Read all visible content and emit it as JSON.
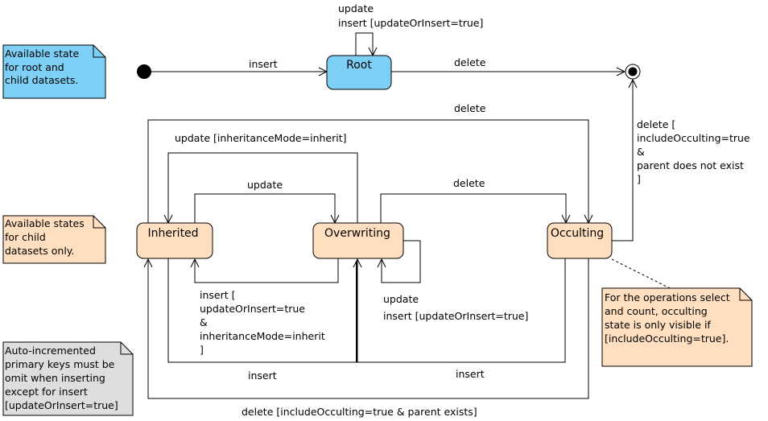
{
  "colors": {
    "root_fill": "#7ecff5",
    "child_state_fill": "#ffdfbf",
    "note_blue": "#7ecff5",
    "note_orange": "#ffdfbf",
    "note_gray": "#dedede",
    "line": "#000000"
  },
  "states": {
    "root": "Root",
    "inherited": "Inherited",
    "overwriting": "Overwriting",
    "occulting": "Occulting"
  },
  "notes": {
    "root_note": [
      "Available state",
      "for root and",
      "child datasets."
    ],
    "child_note": [
      "Available states",
      "for child",
      "datasets only."
    ],
    "auto_note": [
      "Auto-incremented",
      "primary keys must be",
      "omit when inserting",
      "except for insert",
      "[updateOrInsert=true]"
    ],
    "occulting_note": [
      "For the operations select",
      "and count, occulting",
      "state is only visible if",
      "[includeOcculting=true]."
    ]
  },
  "transitions": {
    "initial_insert": "insert",
    "root_self": [
      "update",
      "insert [updateOrInsert=true]"
    ],
    "root_delete": "delete",
    "outer_delete": "delete",
    "occulting_final": [
      "delete [",
      "includeOcculting=true",
      "&",
      "parent does not exist",
      "]"
    ],
    "inherited_overwriting_big": "update [inheritanceMode=inherit]",
    "inherited_overwriting_small": "update",
    "overwriting_occulting_delete": "delete",
    "overwriting_inherited_insert": [
      "insert [",
      "updateOrInsert=true",
      "&",
      "inheritanceMode=inherit",
      "]"
    ],
    "overwriting_self": [
      "update",
      "insert [updateOrInsert=true]"
    ],
    "inherited_bottom_insert": "insert",
    "occulting_bottom_insert": "insert",
    "bottom_delete": "delete [includeOcculting=true  &  parent exists]"
  }
}
